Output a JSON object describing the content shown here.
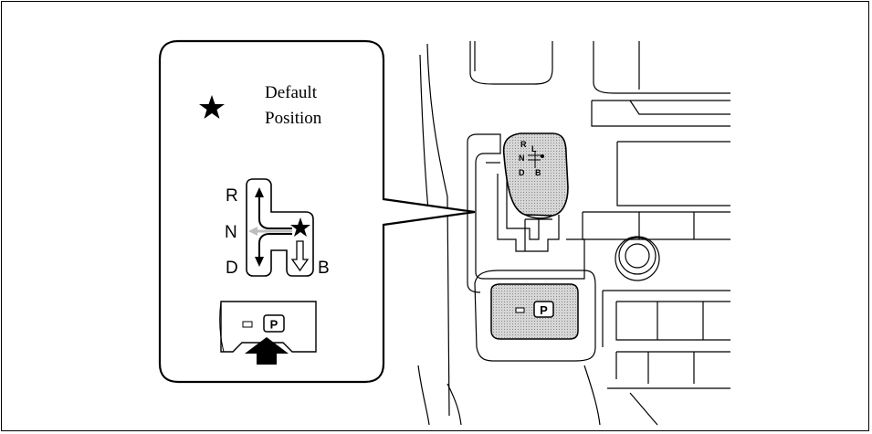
{
  "callout": {
    "legend_text_line1": "Default",
    "legend_text_line2": "Position",
    "gate_label_r": "R",
    "gate_label_n": "N",
    "gate_label_d": "D",
    "gate_label_b": "B",
    "park_key": "P"
  },
  "shift_knob": {
    "label_r": "R",
    "label_n": "N",
    "label_d": "D",
    "label_b": "B",
    "label_l": "L"
  },
  "console_park_key": "P",
  "colors": {
    "ink": "#000000",
    "shade": "#c8c8c8",
    "arrow_light": "#bdbdbd"
  },
  "icons": [
    "star-icon",
    "arrow-icon"
  ]
}
